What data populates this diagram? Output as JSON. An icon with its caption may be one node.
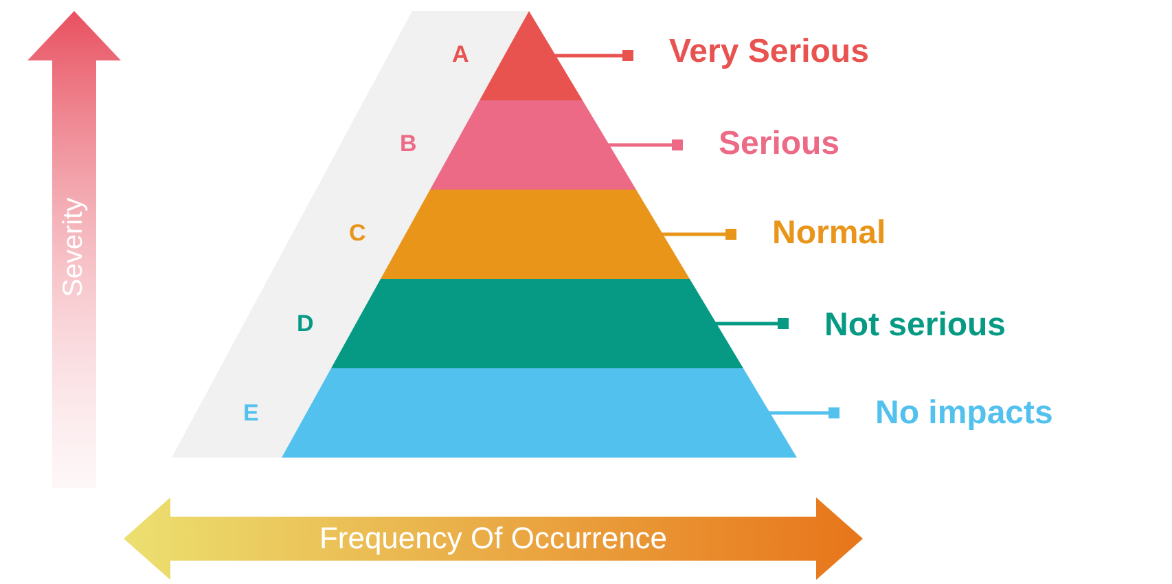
{
  "diagram": {
    "nodes": [
      {
        "text": [],
        "shape": "triangle",
        "beside": [
          "A"
        ]
      },
      {
        "text": [],
        "shape": "trapezoid",
        "beside": [
          "B"
        ]
      },
      {
        "text": [],
        "shape": "trapezoid",
        "beside": [
          "C"
        ]
      },
      {
        "text": [],
        "shape": "trapezoid",
        "beside": [
          "D"
        ]
      },
      {
        "text": [],
        "shape": "trapezoid",
        "beside": [
          "E"
        ]
      },
      {
        "text": [
          "Very Serious"
        ]
      },
      {
        "text": [
          "Serious"
        ]
      },
      {
        "text": [
          "Normal"
        ]
      },
      {
        "text": [
          "Not serious"
        ]
      },
      {
        "text": [
          "No impacts"
        ]
      }
    ],
    "edges": [
      {
        "from": 0,
        "to": 5,
        "arrow": "other",
        "color": "#e8524f"
      },
      {
        "from": 1,
        "to": 6,
        "arrow": "other",
        "color": "#ec6a85"
      },
      {
        "from": 2,
        "to": 7,
        "arrow": "other",
        "color": "#e8951a"
      },
      {
        "from": 3,
        "to": 8,
        "arrow": "other",
        "color": "#069a85"
      },
      {
        "from": 4,
        "to": 9,
        "arrow": "other",
        "color": "#53c1ee"
      }
    ],
    "labels": [
      "Severity",
      "Frequency Of Occurrence"
    ]
  }
}
